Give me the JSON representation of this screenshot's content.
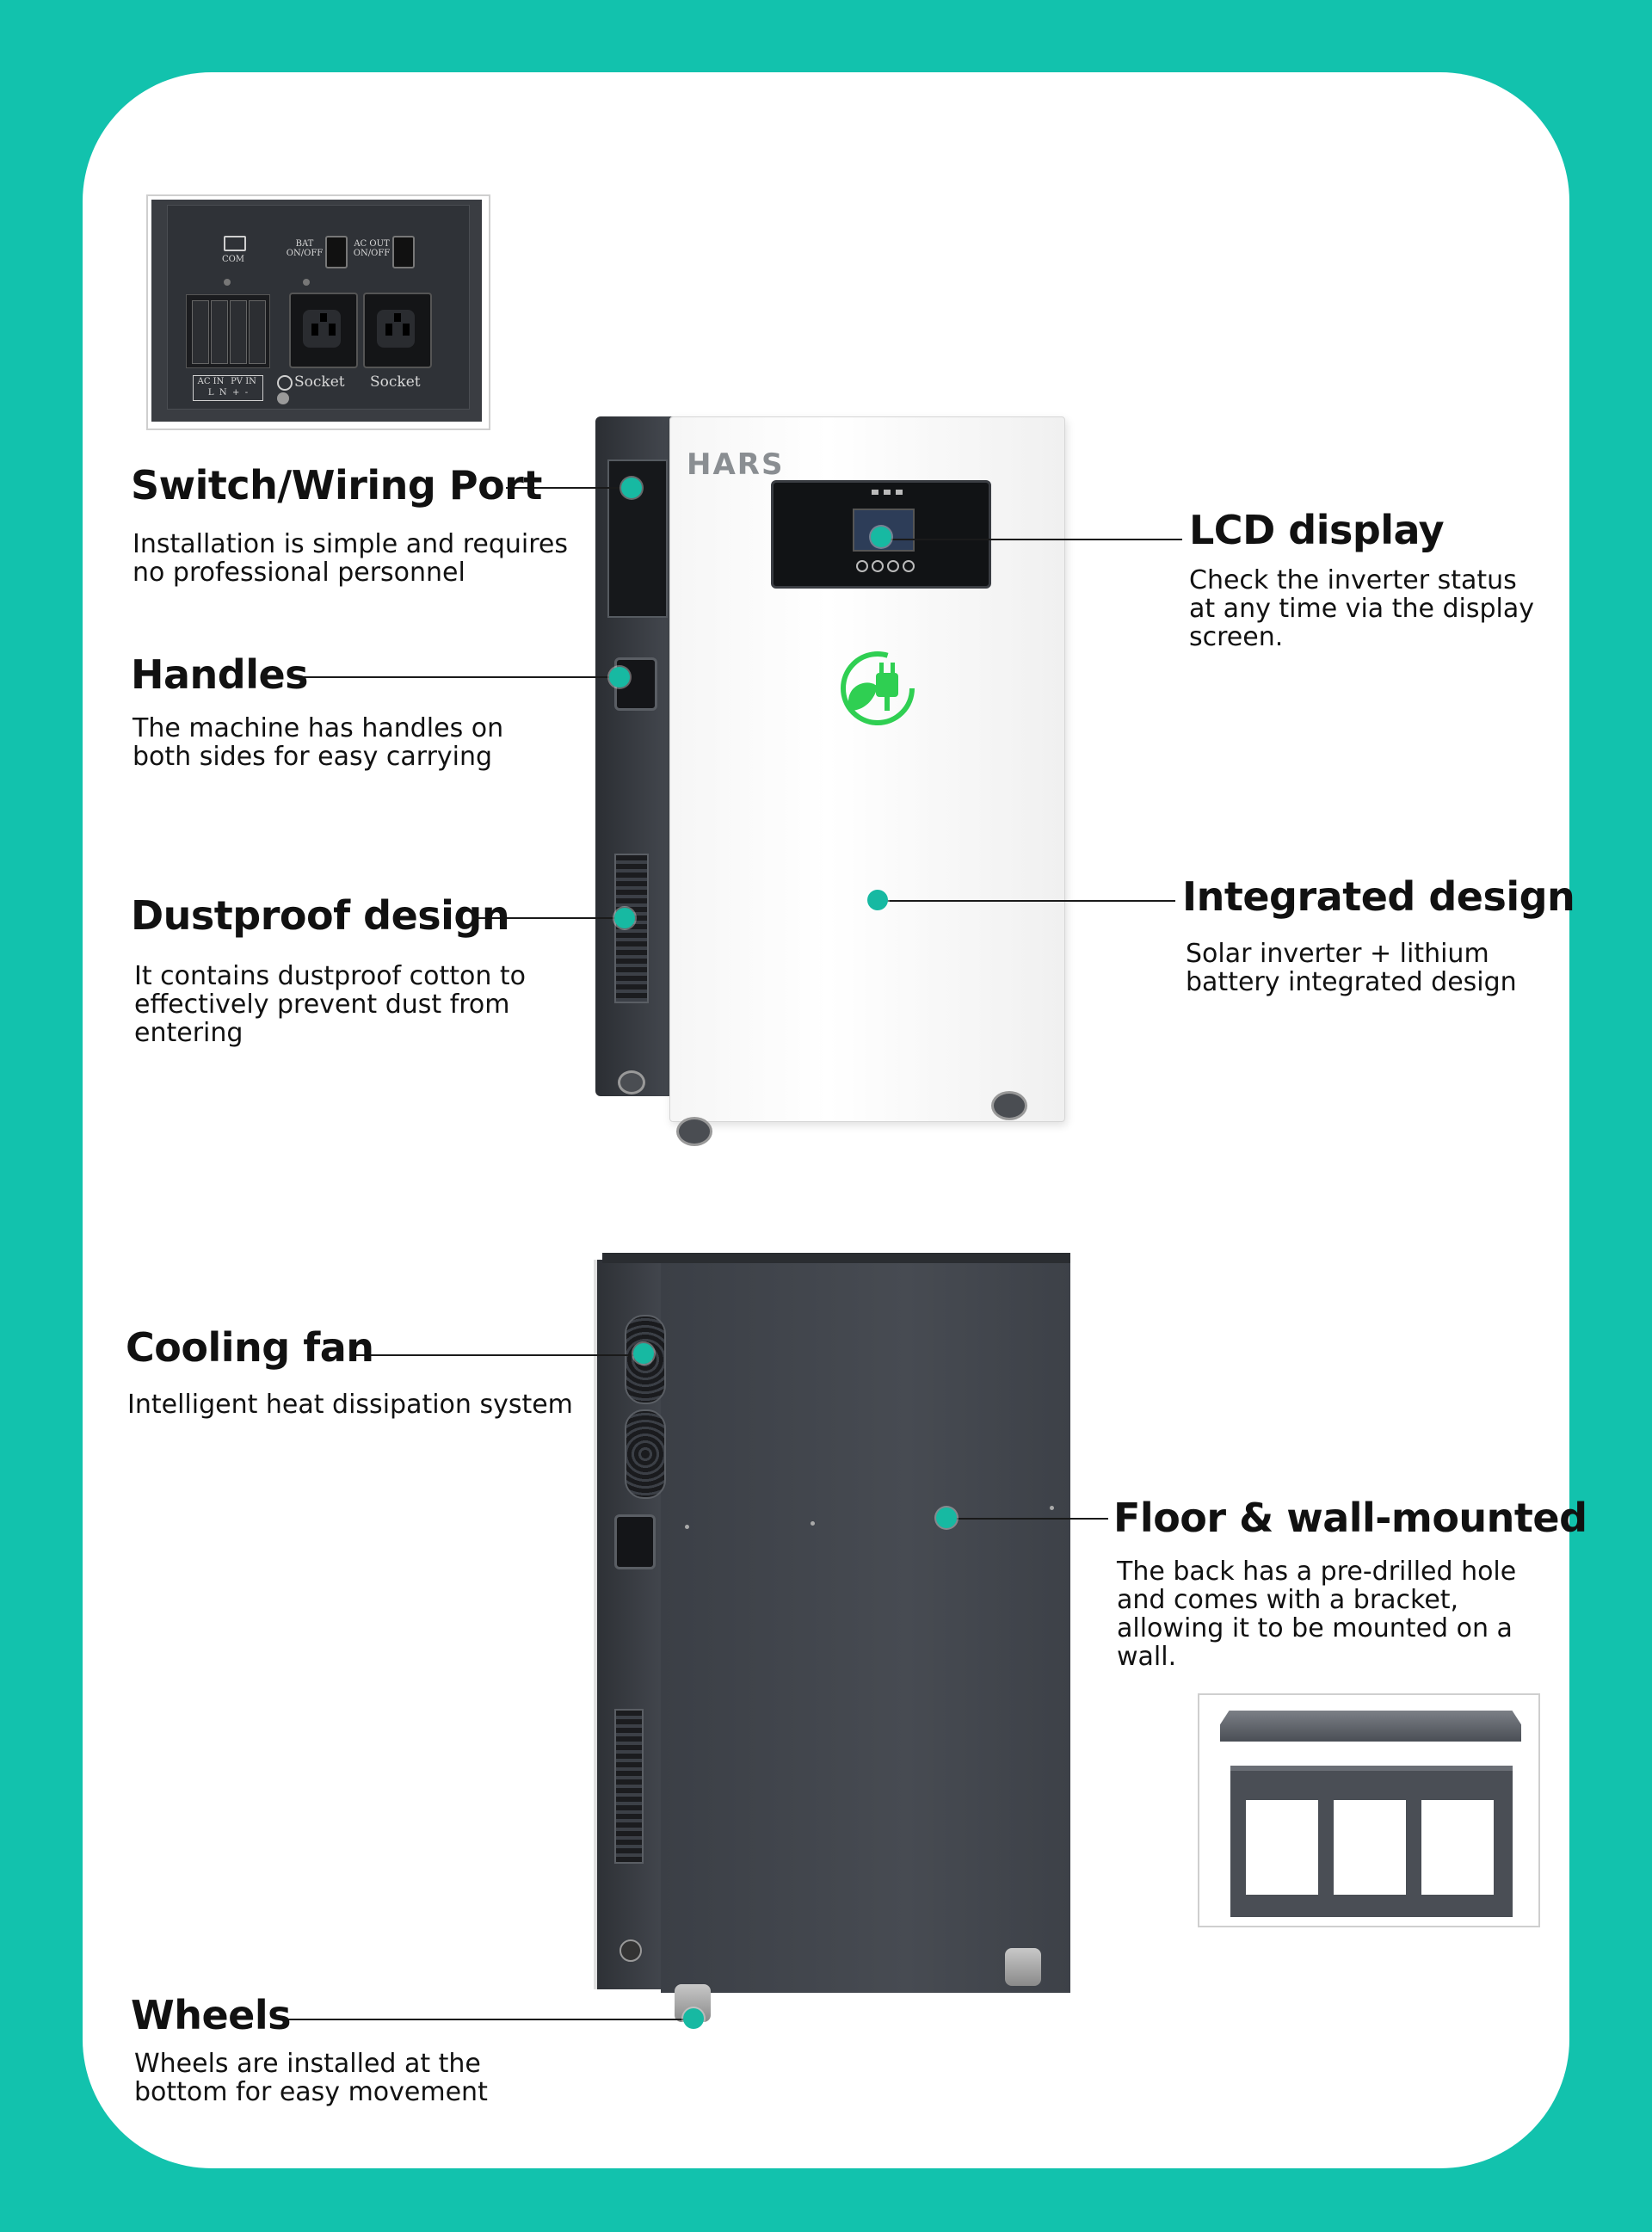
{
  "brand": "HARS",
  "colors": {
    "background": "#12c2ad",
    "card": "#ffffff",
    "dot": "#17b9a2",
    "cabinet_dark": "#3b3f46",
    "logo_green": "#2fcf52"
  },
  "panel_inset": {
    "com_label": "COM",
    "bat_switch": "BAT\nON/OFF",
    "ac_switch": "AC OUT\nON/OFF",
    "terminal_label_1": "AC IN",
    "terminal_label_2": "PV IN",
    "terminal_pins": "L  N  +  -",
    "socket_1": "Socket",
    "socket_2": "Socket"
  },
  "features": {
    "switch_port": {
      "title": "Switch/Wiring Port",
      "desc": "Installation is simple and requires no professional personnel"
    },
    "handles": {
      "title": "Handles",
      "desc": "The machine has handles on both sides for easy carrying"
    },
    "dustproof": {
      "title": "Dustproof design",
      "desc": "It contains dustproof cotton to effectively prevent dust from entering"
    },
    "lcd": {
      "title": "LCD display",
      "desc": "Check the inverter status at any time via the display screen."
    },
    "integrated": {
      "title": "Integrated design",
      "desc": "Solar inverter + lithium battery integrated design"
    },
    "cooling": {
      "title": "Cooling fan",
      "desc": "Intelligent heat dissipation system"
    },
    "floor_wall": {
      "title": "Floor & wall-mounted",
      "desc": "The back has a pre-drilled hole and comes with a bracket, allowing it to be mounted on a wall."
    },
    "wheels": {
      "title": "Wheels",
      "desc": "Wheels are installed at the bottom for easy movement"
    }
  }
}
